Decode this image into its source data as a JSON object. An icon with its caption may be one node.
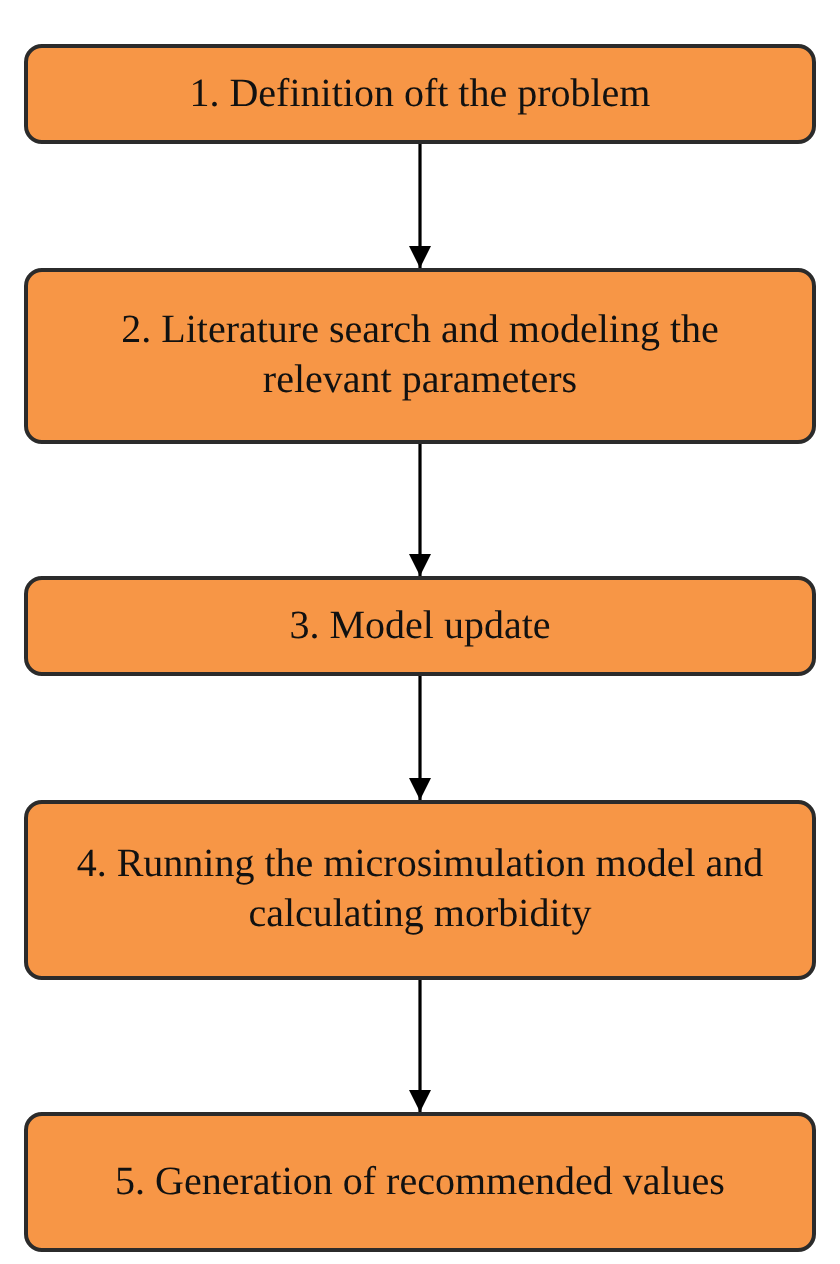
{
  "diagram": {
    "nodes": [
      {
        "text": [
          "1. Definition oft the problem"
        ]
      },
      {
        "text": [
          "2. Literature search and modeling the relevant parameters"
        ]
      },
      {
        "text": [
          "3. Model update"
        ]
      },
      {
        "text": [
          "4. Running the microsimulation model and calculating morbidity"
        ]
      },
      {
        "text": [
          "5. Generation of recommended values"
        ]
      }
    ],
    "edges": [
      {
        "from": 0,
        "to": 1,
        "arrow": "to"
      },
      {
        "from": 1,
        "to": 2,
        "arrow": "to"
      },
      {
        "from": 2,
        "to": 3,
        "arrow": "to"
      },
      {
        "from": 3,
        "to": 4,
        "arrow": "to"
      }
    ]
  }
}
